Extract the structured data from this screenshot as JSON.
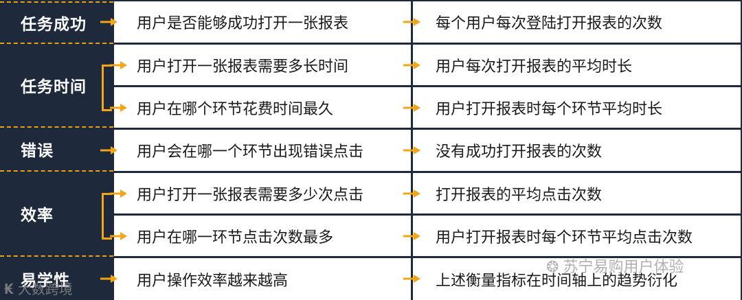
{
  "rows": [
    {
      "question": "用户是否能够成功打开一张报表",
      "metric": "每个用户每次登陆打开报表的次数"
    },
    {
      "question": "用户打开一张报表需要多长时间",
      "metric": "用户每次打开报表的平均时长"
    },
    {
      "question": "用户在哪个环节花费时间最久",
      "metric": "用户打开报表时每个环节平均时长"
    },
    {
      "question": "用户会在哪一个环节出现错误点击",
      "metric": "没有成功打开报表的次数"
    },
    {
      "question": "用户打开一张报表需要多少次点击",
      "metric": "打开报表的平均点击次数"
    },
    {
      "question": "用户在哪一环节点击次数最多",
      "metric": "用户打开报表时每个环节平均点击次数"
    },
    {
      "question": "用户操作效率越来越高",
      "metric": "上述衡量指标在时间轴上的趋势衍化"
    }
  ],
  "categories": [
    {
      "label": "任务成功"
    },
    {
      "label": "任务时间"
    },
    {
      "label": "错误"
    },
    {
      "label": "效率"
    },
    {
      "label": "易学性"
    }
  ],
  "watermarks": {
    "left": "大数跨境",
    "right": "苏宁易购用户体验"
  },
  "colors": {
    "navy": "#1e2a3c",
    "accent": "#f2a516",
    "cell": "#ffffff"
  }
}
